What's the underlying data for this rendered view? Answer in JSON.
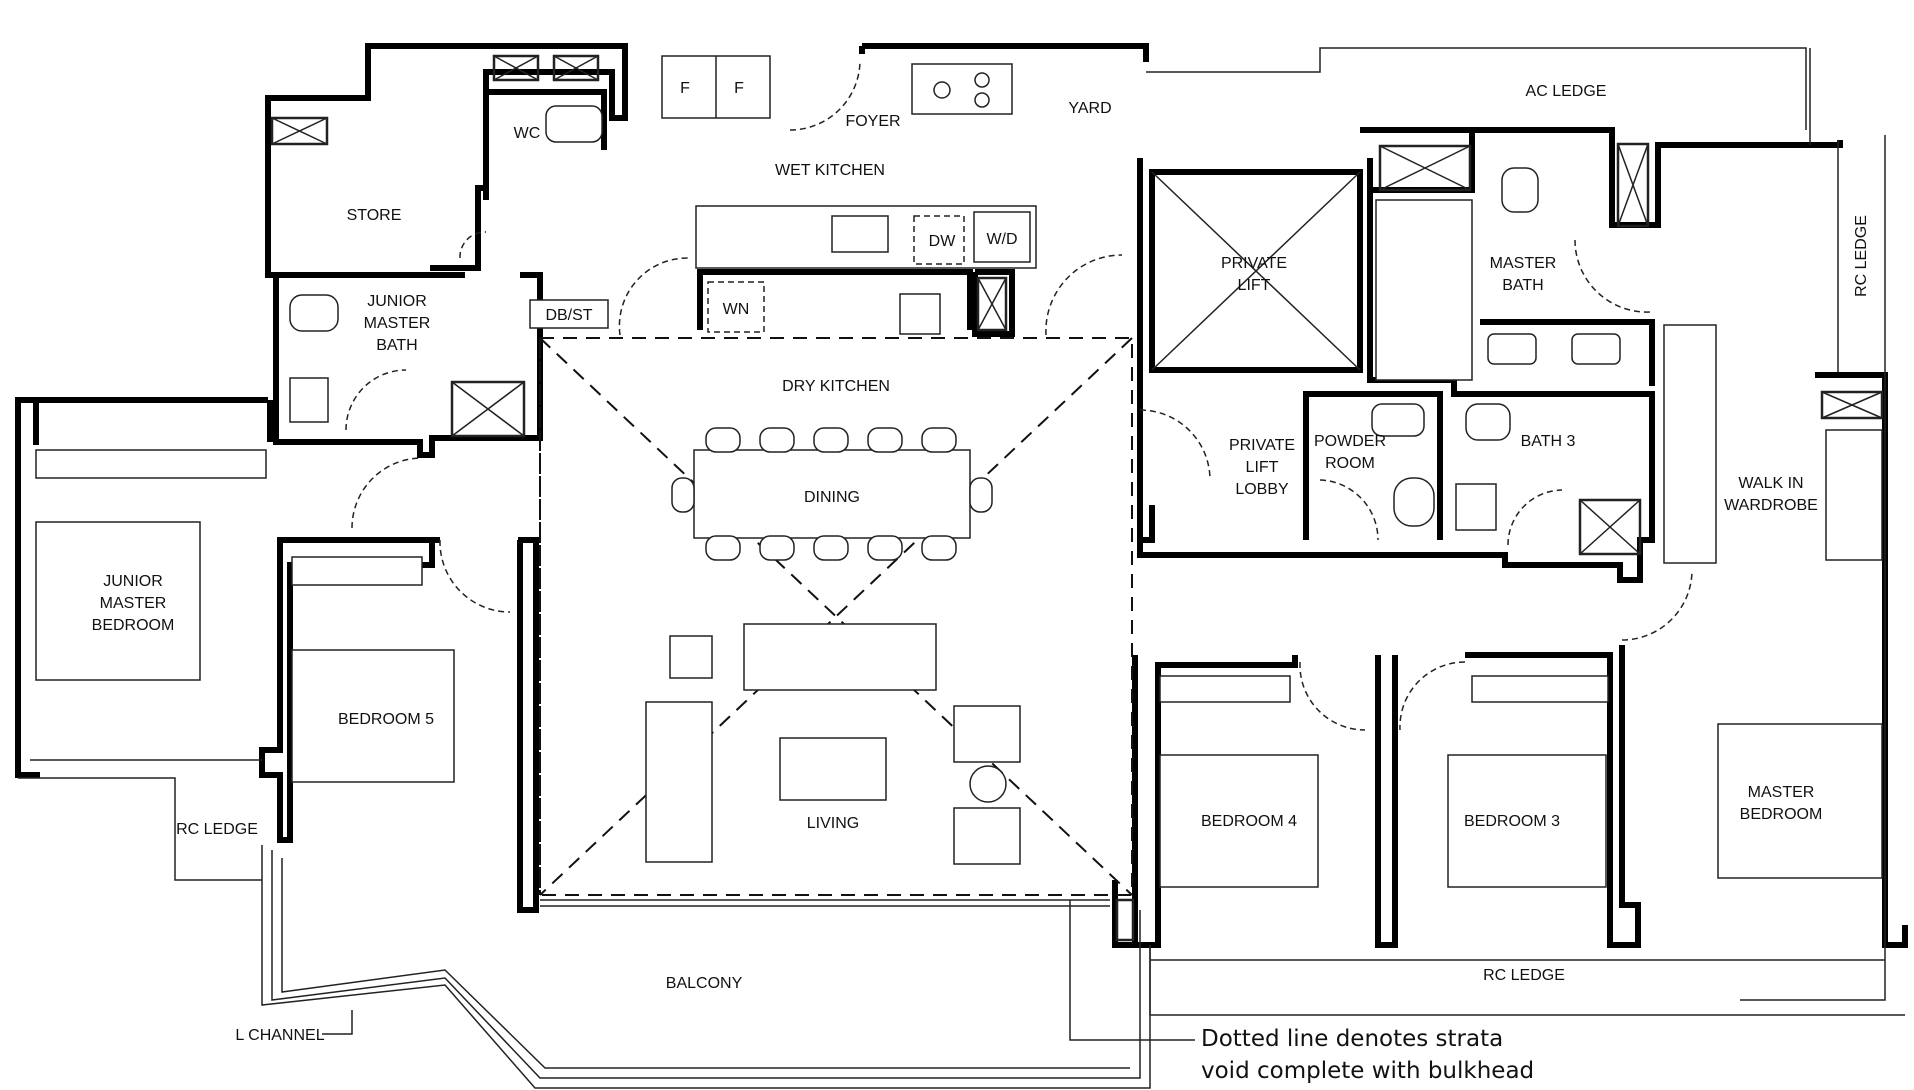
{
  "rooms": {
    "store": "STORE",
    "wc": "WC",
    "foyer": "FOYER",
    "yard": "YARD",
    "ac_ledge": "AC LEDGE",
    "wet_kitchen": "WET KITCHEN",
    "fridge_a": "F",
    "fridge_b": "F",
    "dishwasher": "DW",
    "washer_dryer": "W/D",
    "wine": "WN",
    "db_st": "DB/ST",
    "junior_master_bath": [
      "JUNIOR",
      "MASTER",
      "BATH"
    ],
    "private_lift": [
      "PRIVATE",
      "LIFT"
    ],
    "master_bath": [
      "MASTER",
      "BATH"
    ],
    "rc_ledge_vertical": "RC LEDGE",
    "dry_kitchen": "DRY KITCHEN",
    "private_lift_lobby": [
      "PRIVATE",
      "LIFT",
      "LOBBY"
    ],
    "powder_room": [
      "POWDER",
      "ROOM"
    ],
    "bath_3": "BATH 3",
    "walk_in_wardrobe": [
      "WALK IN",
      "WARDROBE"
    ],
    "dining": "DINING",
    "junior_master_bedroom": [
      "JUNIOR",
      "MASTER",
      "BEDROOM"
    ],
    "bedroom_5": "BEDROOM 5",
    "living": "LIVING",
    "bedroom_4": "BEDROOM 4",
    "bedroom_3": "BEDROOM 3",
    "master_bedroom": [
      "MASTER",
      "BEDROOM"
    ],
    "rc_ledge_left": "RC LEDGE",
    "balcony": "BALCONY",
    "rc_ledge_bottom": "RC LEDGE",
    "l_channel": "L CHANNEL"
  },
  "note": [
    "Dotted line denotes strata",
    "void complete with bulkhead"
  ]
}
